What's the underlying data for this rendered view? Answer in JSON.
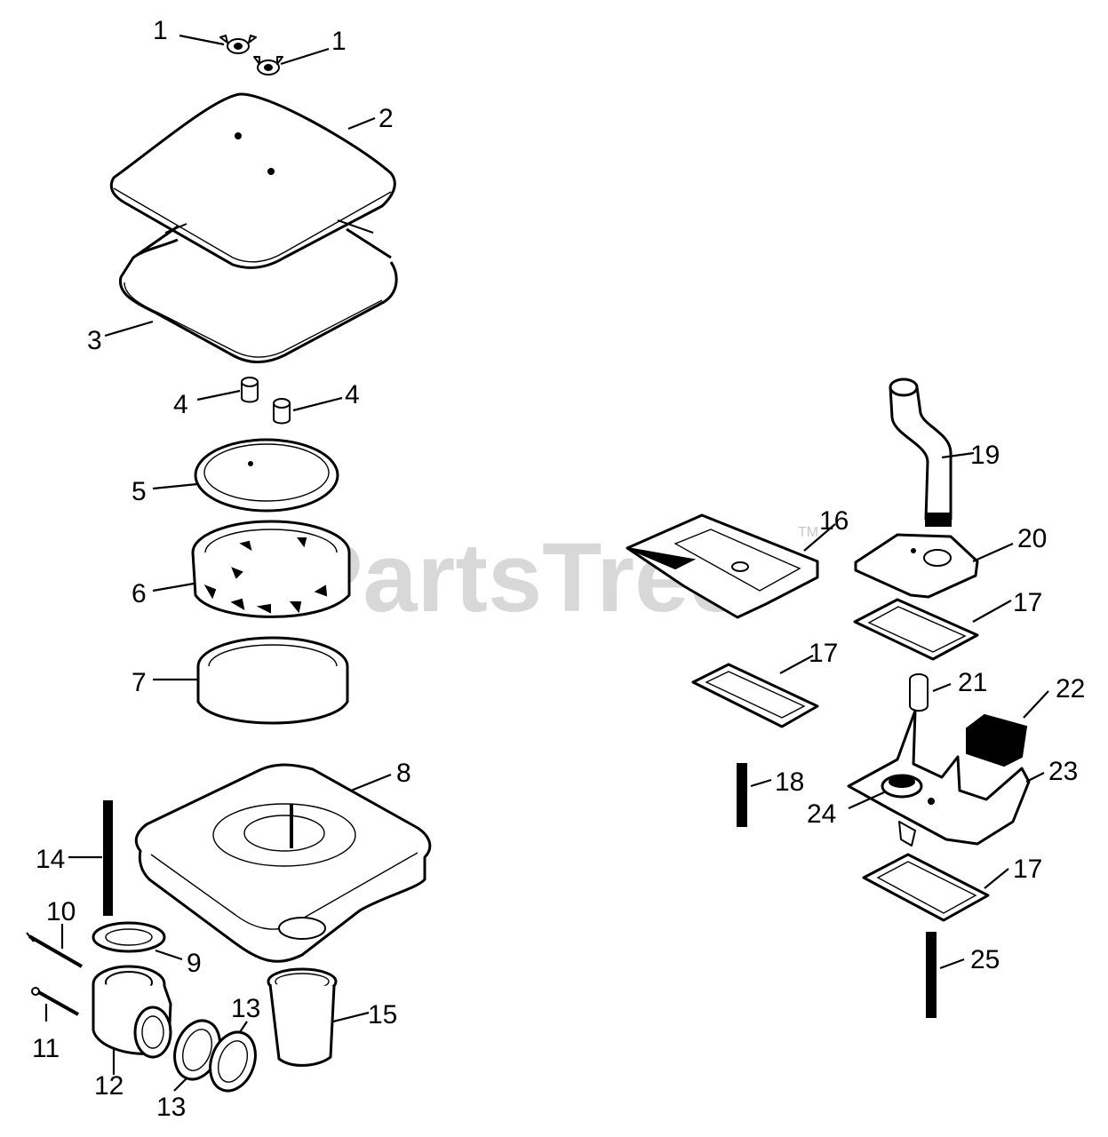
{
  "watermark": {
    "text": "PartsTree",
    "tm": "TM"
  },
  "labels": {
    "l1a": "1",
    "l1b": "1",
    "l2": "2",
    "l3": "3",
    "l4a": "4",
    "l4b": "4",
    "l5": "5",
    "l6": "6",
    "l7": "7",
    "l8": "8",
    "l9": "9",
    "l10": "10",
    "l11": "11",
    "l12": "12",
    "l13a": "13",
    "l13b": "13",
    "l14": "14",
    "l15": "15",
    "l16": "16",
    "l17a": "17",
    "l17b": "17",
    "l17c": "17",
    "l18": "18",
    "l19": "19",
    "l20": "20",
    "l21": "21",
    "l22": "22",
    "l23": "23",
    "l24": "24",
    "l25": "25"
  }
}
